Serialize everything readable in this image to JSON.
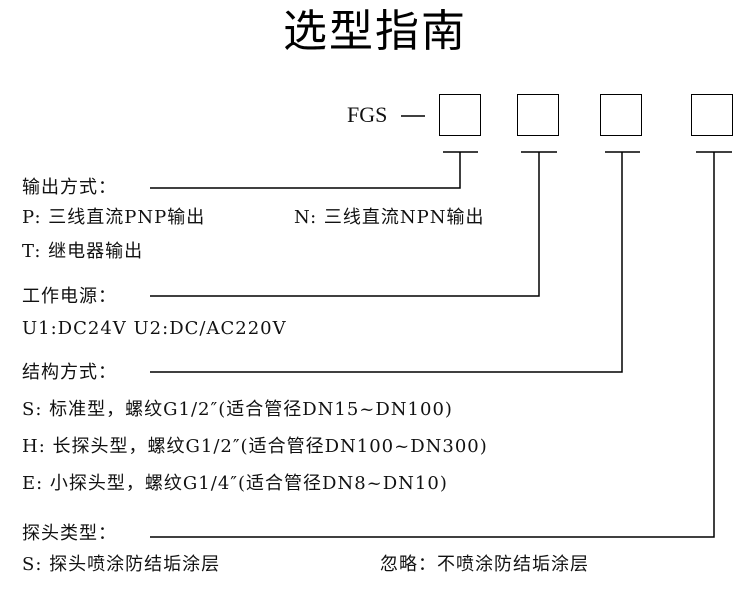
{
  "title": "选型指南",
  "model_prefix": "FGS",
  "groups": {
    "output": {
      "heading": "输出方式：",
      "line1_a": "P:  三线直流PNP输出",
      "line1_b": "N:  三线直流NPN输出",
      "line2": "T:  继电器输出"
    },
    "power": {
      "heading": "工作电源：",
      "line1": "U1:DC24V  U2:DC/AC220V"
    },
    "structure": {
      "heading": "结构方式：",
      "line1": "S:  标准型，螺纹G1/2″(适合管径DN15~DN100)",
      "line2": "H:  长探头型，螺纹G1/2″(适合管径DN100~DN300)",
      "line3": "E:  小探头型，螺纹G1/4″(适合管径DN8~DN10)"
    },
    "probe": {
      "heading": "探头类型：",
      "line1_a": "S:  探头喷涂防结垢涂层",
      "line1_b": "忽略：不喷涂防结垢涂层"
    }
  }
}
